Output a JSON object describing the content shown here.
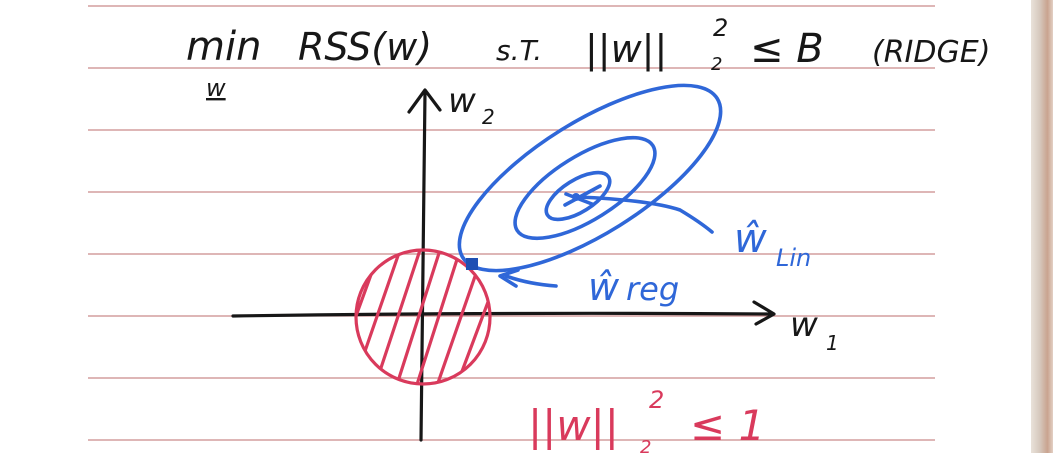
{
  "title": {
    "min": "min",
    "min_subscript": "w",
    "objective": "RSS(w)",
    "constraint_prefix": "s.T.",
    "norm": "||w||",
    "exponent": "2",
    "subscript": "2",
    "relation": "≤ B",
    "method": "(RIDGE)"
  },
  "axes": {
    "x_label": "w",
    "x_label_sub": "1",
    "y_label": "w",
    "y_label_sub": "2"
  },
  "annotations": {
    "w_lin": "ŵ",
    "w_lin_sub": "Lin",
    "w_reg": "ŵ",
    "w_reg_sub": "reg"
  },
  "constraint_region": {
    "norm": "||w||",
    "exponent": "2",
    "subscript": "2",
    "relation": "≤ 1"
  },
  "colors": {
    "ink_black": "#171717",
    "ink_blue": "#2f67d8",
    "ink_red": "#d93a5c",
    "rule_lines": "#c98b8b"
  }
}
